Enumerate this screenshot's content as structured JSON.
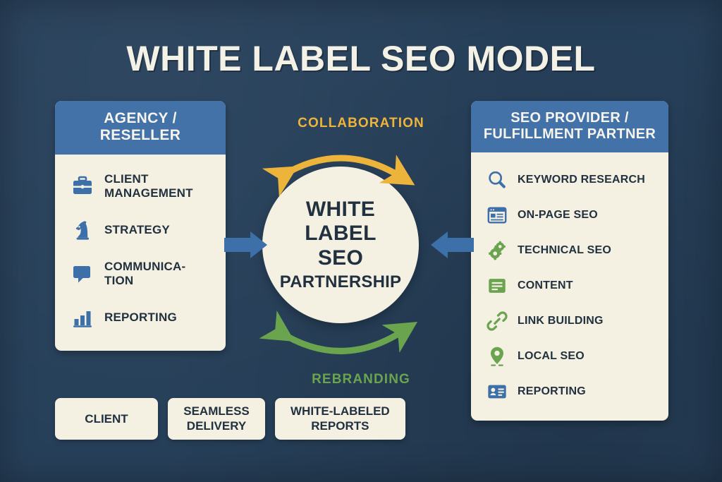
{
  "page": {
    "title": "WHITE LABEL SEO MODEL",
    "background_color": "#27405a",
    "panel_header_color": "#4272a8",
    "panel_body_color": "#f4f0e2",
    "accent_orange": "#edb43c",
    "accent_green": "#6aa44f",
    "accent_blue": "#3d6fa8",
    "text_dark": "#22313f"
  },
  "left_panel": {
    "header": "AGENCY /\nRESELLER",
    "header_line1": "AGENCY /",
    "header_line2": "RESELLER",
    "items": [
      {
        "icon": "briefcase-icon",
        "label": "CLIENT\nMANAGEMENT",
        "label_line1": "CLIENT",
        "label_line2": "MANAGEMENT",
        "color": "#3d6fa8"
      },
      {
        "icon": "chess-knight-icon",
        "label": "STRATEGY",
        "label_line1": "STRATEGY",
        "label_line2": "",
        "color": "#3d6fa8"
      },
      {
        "icon": "speech-bubble-icon",
        "label": "COMMUNICA-\nTION",
        "label_line1": "COMMUNICA-",
        "label_line2": "TION",
        "color": "#3d6fa8"
      },
      {
        "icon": "bar-chart-icon",
        "label": "REPORTING",
        "label_line1": "REPORTING",
        "label_line2": "",
        "color": "#3d6fa8"
      }
    ]
  },
  "right_panel": {
    "header": "SEO PROVIDER /\nFULFILLMENT PARTNER",
    "header_line1": "SEO PROVIDER /",
    "header_line2": "FULFILLMENT PARTNER",
    "items": [
      {
        "icon": "magnifier-icon",
        "label": "KEYWORD RESEARCH",
        "color": "#3d6fa8"
      },
      {
        "icon": "browser-window-icon",
        "label": "ON-PAGE SEO",
        "color": "#3d6fa8"
      },
      {
        "icon": "gears-icon",
        "label": "TECHNICAL SEO",
        "color": "#6aa44f"
      },
      {
        "icon": "document-lines-icon",
        "label": "CONTENT",
        "color": "#6aa44f"
      },
      {
        "icon": "chain-link-icon",
        "label": "LINK BUILDING",
        "color": "#6aa44f"
      },
      {
        "icon": "map-pin-icon",
        "label": "LOCAL SEO",
        "color": "#6aa44f"
      },
      {
        "icon": "id-card-icon",
        "label": "REPORTING",
        "color": "#3d6fa8"
      }
    ]
  },
  "hub": {
    "line1": "WHITE",
    "line2": "LABEL",
    "line3": "SEO",
    "line4": "PARTNERSHIP"
  },
  "arcs": {
    "top_label": "COLLABORATION",
    "top_color": "#edb43c",
    "bottom_label": "REBRANDING",
    "bottom_color": "#6aa44f"
  },
  "connectors": {
    "left_arrow_direction": "right",
    "right_arrow_direction": "left",
    "color": "#3d6fa8"
  },
  "tags": [
    {
      "line1": "CLIENT",
      "line2": ""
    },
    {
      "line1": "SEAMLESS",
      "line2": "DELIVERY"
    },
    {
      "line1": "WHITE-LABELED",
      "line2": "REPORTS"
    }
  ]
}
